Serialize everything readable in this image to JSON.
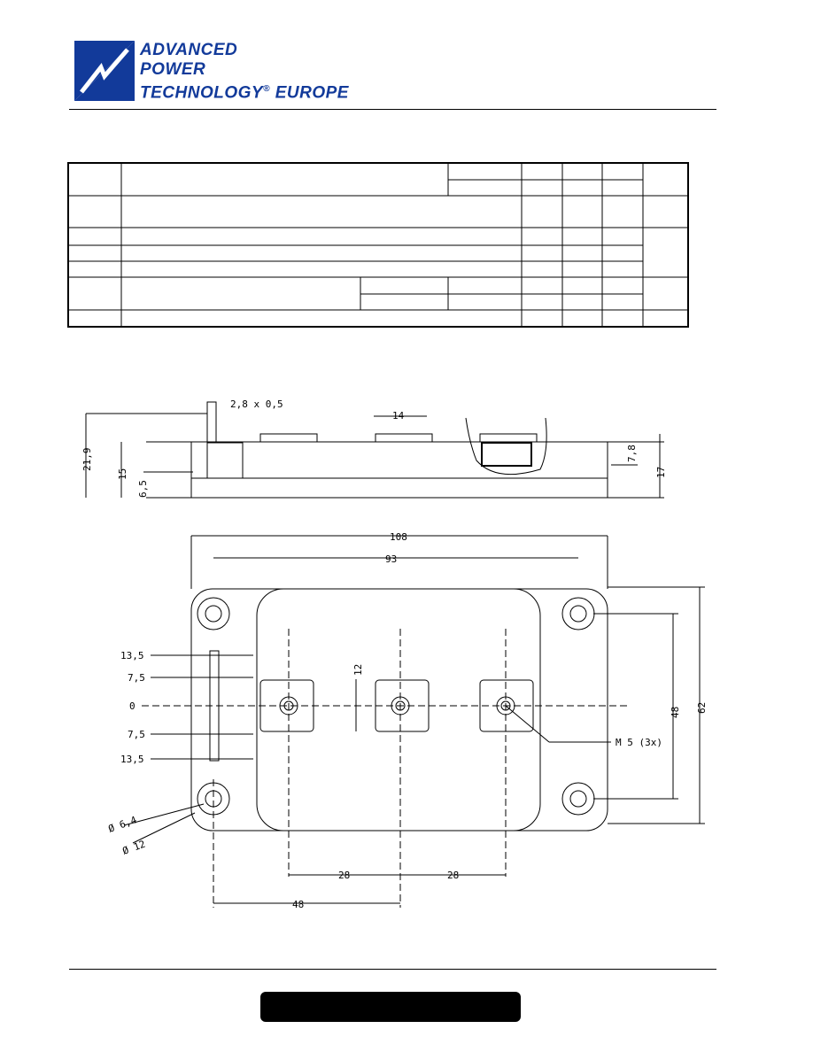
{
  "brand": {
    "line1": "ADVANCED",
    "line2": "POWER",
    "line3": "TECHNOLOGY",
    "registered": "®",
    "line4": "EUROPE",
    "color": "#123a9a"
  },
  "side_view": {
    "pin_size": "2,8 x 0,5",
    "terminal_width": "14",
    "total_height": "21,9",
    "body_height": "15",
    "pin_offset": "6,5",
    "nut_depth": "7,8",
    "overall_height": "17"
  },
  "top_view": {
    "length": "108",
    "mount_spacing": "93",
    "width": "62",
    "mount_width": "48",
    "terminal_height": "12",
    "pin_positions": [
      "13,5",
      "7,5",
      "0",
      "7,5",
      "13,5"
    ],
    "thread": "M 5 (3x)",
    "hole_dia": "Ø 6,4",
    "boss_dia": "Ø 12",
    "terminal_pitch_1": "28",
    "terminal_pitch_2": "28",
    "offset_48": "48"
  }
}
